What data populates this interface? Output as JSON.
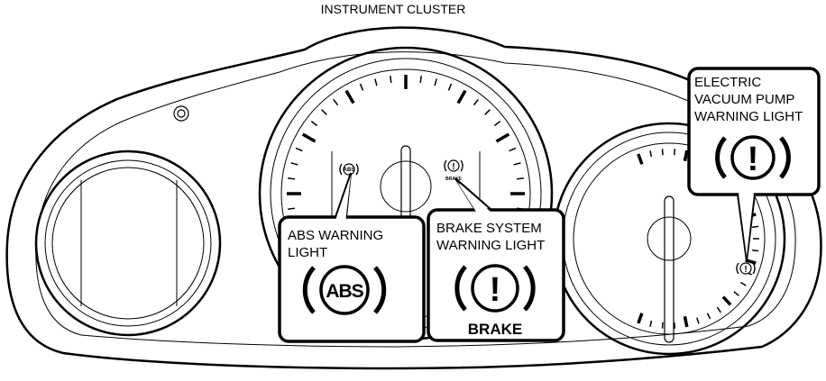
{
  "title": "INSTRUMENT CLUSTER",
  "callouts": {
    "abs": {
      "line1": "ABS WARNING",
      "line2": "LIGHT",
      "symbol_text": "ABS",
      "small_symbol_text": "ABS"
    },
    "brake": {
      "line1": "BRAKE SYSTEM",
      "line2": "WARNING LIGHT",
      "symbol_text": "!",
      "caption": "BRAKE",
      "small_symbol_text": "!",
      "small_caption": "BRAKE"
    },
    "evp": {
      "line1": "ELECTRIC",
      "line2": "VACUUM PUMP",
      "line3": "WARNING LIGHT",
      "symbol_text": "!",
      "small_symbol_text": "!"
    }
  },
  "icons": [
    "abs-warning-icon",
    "brake-warning-icon",
    "vacuum-pump-warning-icon"
  ],
  "colors": {
    "line": "#000000",
    "background": "#ffffff"
  }
}
